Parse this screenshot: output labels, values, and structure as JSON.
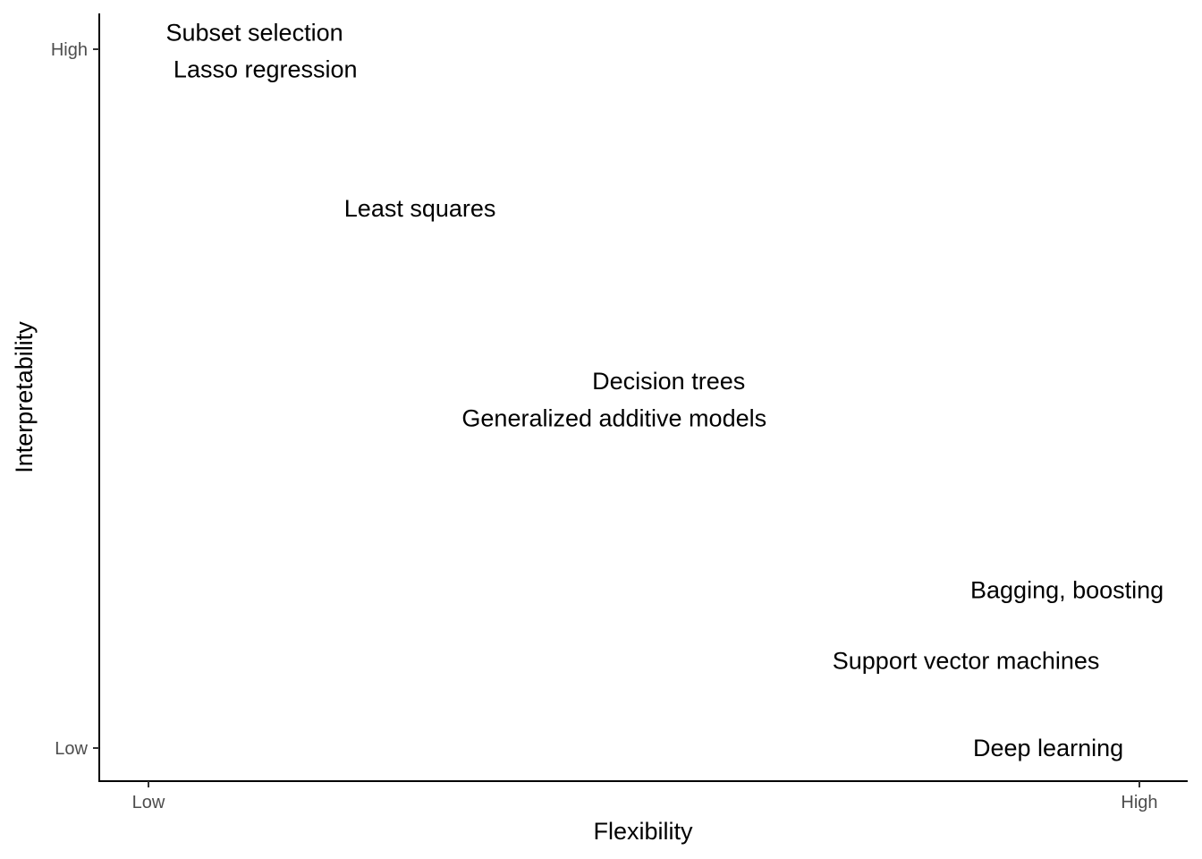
{
  "chart_data": {
    "type": "scatter",
    "title": "",
    "xlabel": "Flexibility",
    "ylabel": "Interpretability",
    "xlim": [
      0,
      1
    ],
    "ylim": [
      0,
      1
    ],
    "x_ticks": [
      {
        "value": 0.0,
        "label": "Low"
      },
      {
        "value": 1.0,
        "label": "High"
      }
    ],
    "y_ticks": [
      {
        "value": 0.0,
        "label": "Low"
      },
      {
        "value": 1.0,
        "label": "High"
      }
    ],
    "grid": false,
    "legend": "none",
    "points": [
      {
        "label": "Subset selection",
        "x": 0.107,
        "y": 1.024
      },
      {
        "label": "Lasso regression",
        "x": 0.118,
        "y": 0.971
      },
      {
        "label": "Least squares",
        "x": 0.274,
        "y": 0.772
      },
      {
        "label": "Decision trees",
        "x": 0.525,
        "y": 0.525
      },
      {
        "label": "Generalized additive models",
        "x": 0.47,
        "y": 0.472
      },
      {
        "label": "Bagging, boosting",
        "x": 0.927,
        "y": 0.226
      },
      {
        "label": "Support vector machines",
        "x": 0.825,
        "y": 0.125
      },
      {
        "label": "Deep learning",
        "x": 0.908,
        "y": 0.0
      }
    ]
  }
}
